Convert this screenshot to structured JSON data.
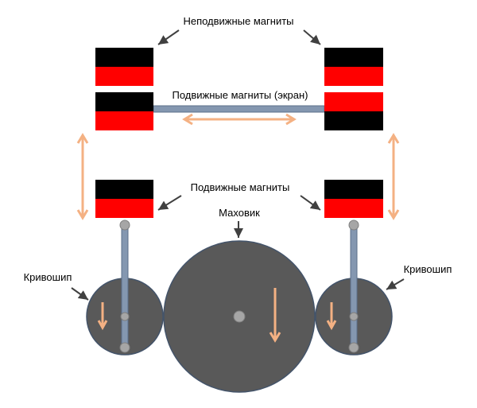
{
  "labels": {
    "fixed_magnets": "Неподвижные магниты",
    "moving_magnets_screen": "Подвижные магниты (экран)",
    "moving_magnets": "Подвижные магниты",
    "flywheel": "Маховик",
    "crank_left": "Кривошип",
    "crank_right": "Кривошип"
  },
  "colors": {
    "magnet_black": "#000000",
    "magnet_red": "#ff0000",
    "wheel_fill": "#595959",
    "wheel_stroke": "#44546a",
    "rod": "#8497b0",
    "rod_stroke": "#5b6f8a",
    "motion_arrow": "#f4b183",
    "pointer_arrow": "#404040",
    "pivot": "#a6a6a6"
  }
}
